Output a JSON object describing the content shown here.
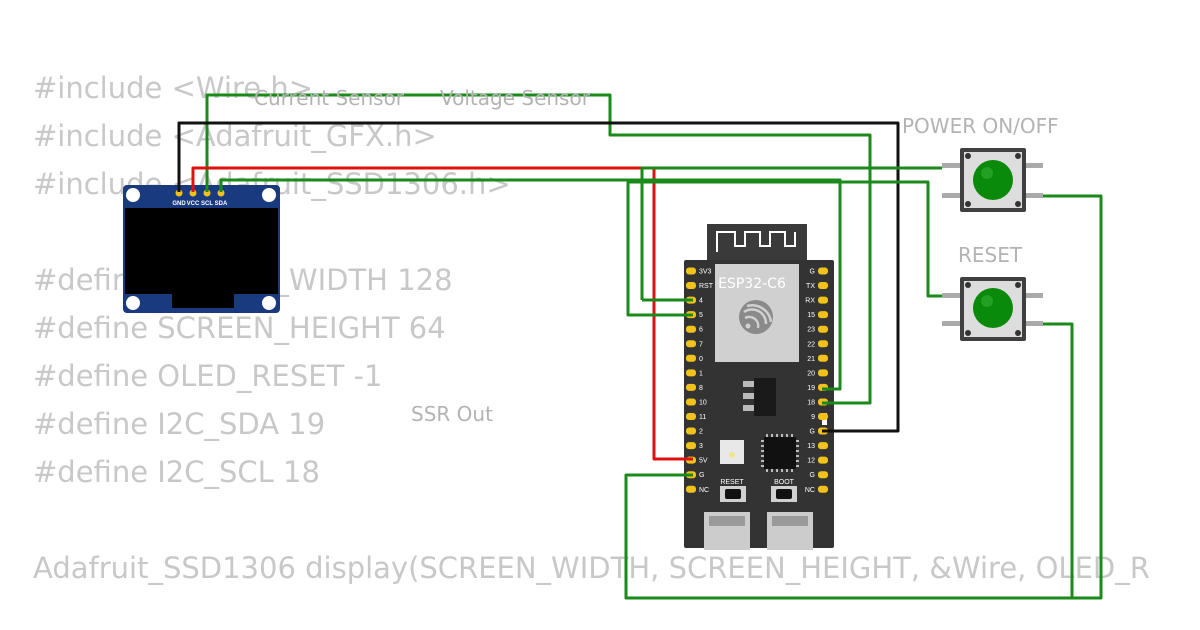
{
  "code_lines": [
    "#include <Wire.h>",
    "#include <Adafruit_GFX.h>",
    "#include <Adafruit_SSD1306.h>",
    "",
    "#define SCREEN_WIDTH 128",
    "#define SCREEN_HEIGHT 64",
    "#define OLED_RESET -1",
    "#define I2C_SDA 19",
    "#define I2C_SCL 18",
    "",
    "Adafruit_SSD1306 display(SCREEN_WIDTH, SCREEN_HEIGHT, &Wire, OLED_R"
  ],
  "labels": {
    "current_sensor": "Current Sensor",
    "voltage_sensor": "Voltage Sensor",
    "ssr_out": "SSR Out",
    "power_button": "POWER ON/OFF",
    "reset_button": "RESET"
  },
  "oled": {
    "pins": [
      "GND",
      "VCC",
      "SCL",
      "SDA"
    ]
  },
  "board": {
    "name": "ESP32-C6",
    "left_pins": [
      "3V3",
      "RST",
      "4",
      "5",
      "6",
      "7",
      "0",
      "1",
      "8",
      "10",
      "11",
      "2",
      "3",
      "5V",
      "G",
      "NC"
    ],
    "right_pins": [
      "G",
      "TX",
      "RX",
      "15",
      "23",
      "22",
      "21",
      "20",
      "19",
      "18",
      "9",
      "G",
      "13",
      "12",
      "G",
      "NC"
    ],
    "reset_label": "RESET",
    "boot_label": "BOOT"
  },
  "colors": {
    "wire_green": "#1a8a1a",
    "wire_red": "#e01010",
    "wire_black": "#111111",
    "board": "#333333",
    "oled_pcb": "#1a3a80",
    "pin_gold": "#f2c21a",
    "button_green": "#0a8a0a"
  }
}
